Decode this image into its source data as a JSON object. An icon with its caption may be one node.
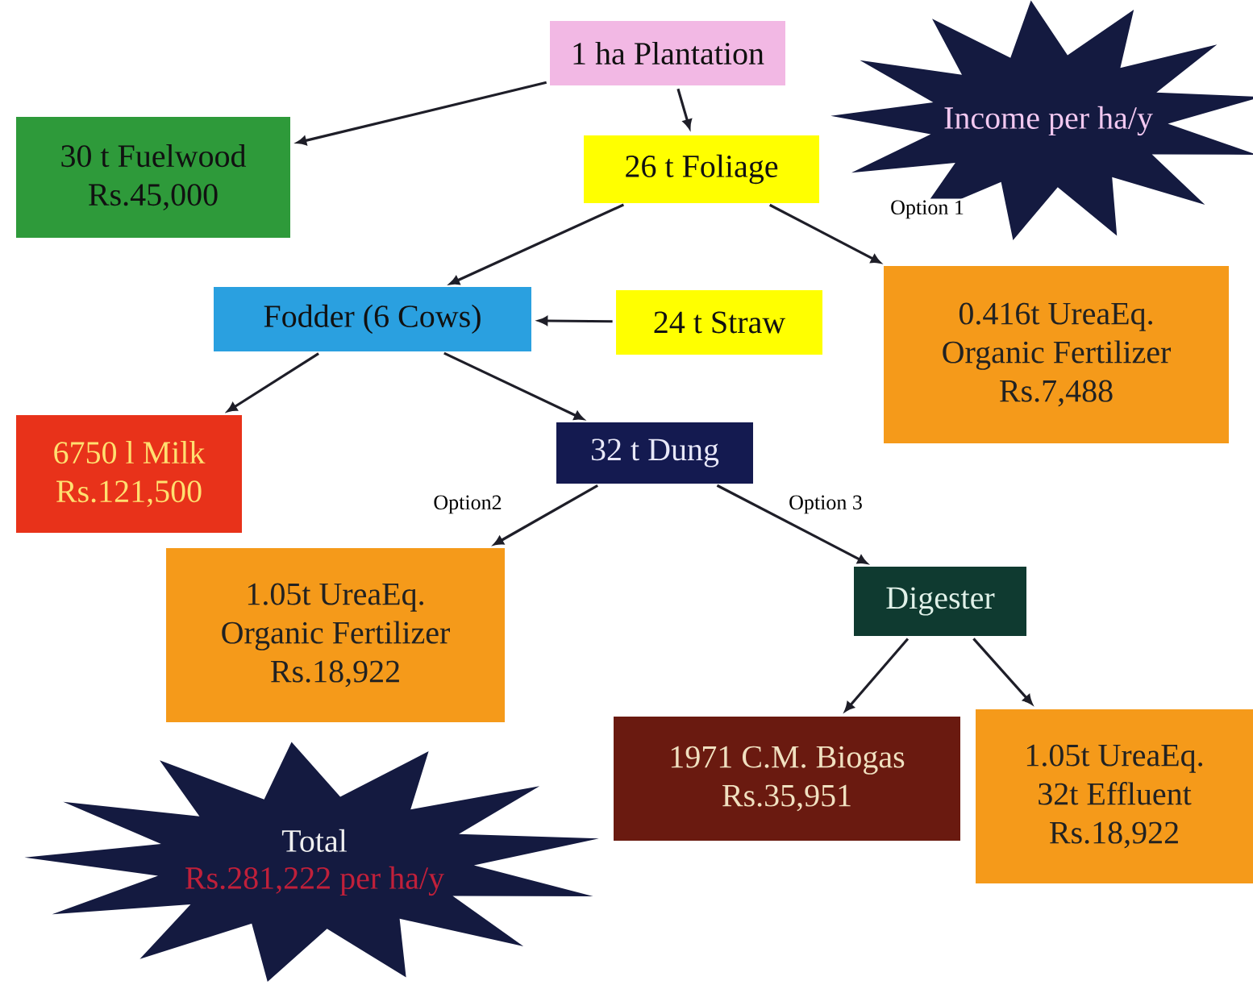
{
  "diagram": {
    "nodes": [
      {
        "text": [
          "1 ha Plantation"
        ]
      },
      {
        "text": [
          "Income per ha/y"
        ]
      },
      {
        "text": [
          "30 t Fuelwood",
          "Rs.45,000"
        ]
      },
      {
        "text": [
          "26 t Foliage"
        ]
      },
      {
        "text": [
          "Fodder (6 Cows)"
        ]
      },
      {
        "text": [
          "24 t Straw"
        ]
      },
      {
        "text": [
          "0.416t UreaEq.",
          "Organic Fertilizer",
          "Rs.7,488"
        ]
      },
      {
        "text": [
          "6750 l Milk",
          "Rs.121,500"
        ]
      },
      {
        "text": [
          "32 t Dung"
        ]
      },
      {
        "text": [
          "1.05t UreaEq.",
          "Organic Fertilizer",
          "Rs.18,922"
        ]
      },
      {
        "text": [
          "Digester"
        ]
      },
      {
        "text": [
          "Total",
          "Rs.281,222 per ha/y"
        ]
      },
      {
        "text": [
          "1971 C.M. Biogas",
          "Rs.35,951"
        ]
      },
      {
        "text": [
          "1.05t UreaEq.",
          "32t Effluent",
          "Rs.18,922"
        ]
      }
    ],
    "edges": [
      {
        "from": 0,
        "to": 2,
        "arrow": "to"
      },
      {
        "from": 0,
        "to": 3,
        "arrow": "to"
      },
      {
        "from": 3,
        "to": 4,
        "arrow": "to"
      },
      {
        "from": 3,
        "to": 6,
        "arrow": "to",
        "label": "Option 1"
      },
      {
        "from": 5,
        "to": 4,
        "arrow": "to"
      },
      {
        "from": 4,
        "to": 7,
        "arrow": "to"
      },
      {
        "from": 4,
        "to": 8,
        "arrow": "to"
      },
      {
        "from": 8,
        "to": 9,
        "arrow": "to",
        "label": "Option2"
      },
      {
        "from": 8,
        "to": 10,
        "arrow": "to",
        "label": "Option 3"
      },
      {
        "from": 10,
        "to": 12,
        "arrow": "to"
      },
      {
        "from": 10,
        "to": 13,
        "arrow": "to"
      }
    ]
  }
}
